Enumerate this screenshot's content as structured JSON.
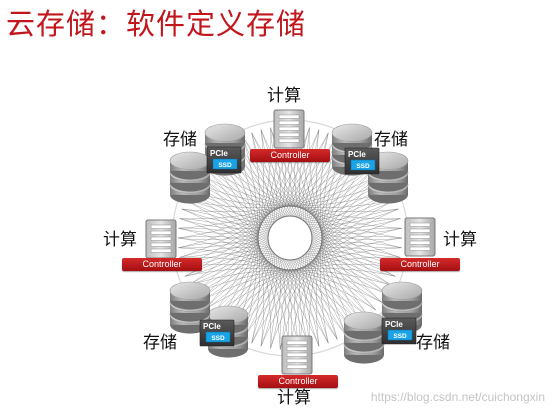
{
  "title": "云存储：软件定义存储",
  "labels": {
    "compute": "计算",
    "storage": "存储"
  },
  "controller_label": "Controller",
  "pcie_label": "PCIe",
  "ssd_label": "SSD",
  "watermark": "https://blog.csdn.net/cuichongxin",
  "colors": {
    "title": "#c0161c",
    "controller_bar": "#b81a1e",
    "ssd_chip": "#1aa3e6",
    "disk": "#9a9a9a"
  },
  "nodes": {
    "compute": [
      "top",
      "left",
      "right",
      "bottom"
    ],
    "storage": [
      "top-left",
      "top-right",
      "bottom-left",
      "bottom-right"
    ]
  }
}
